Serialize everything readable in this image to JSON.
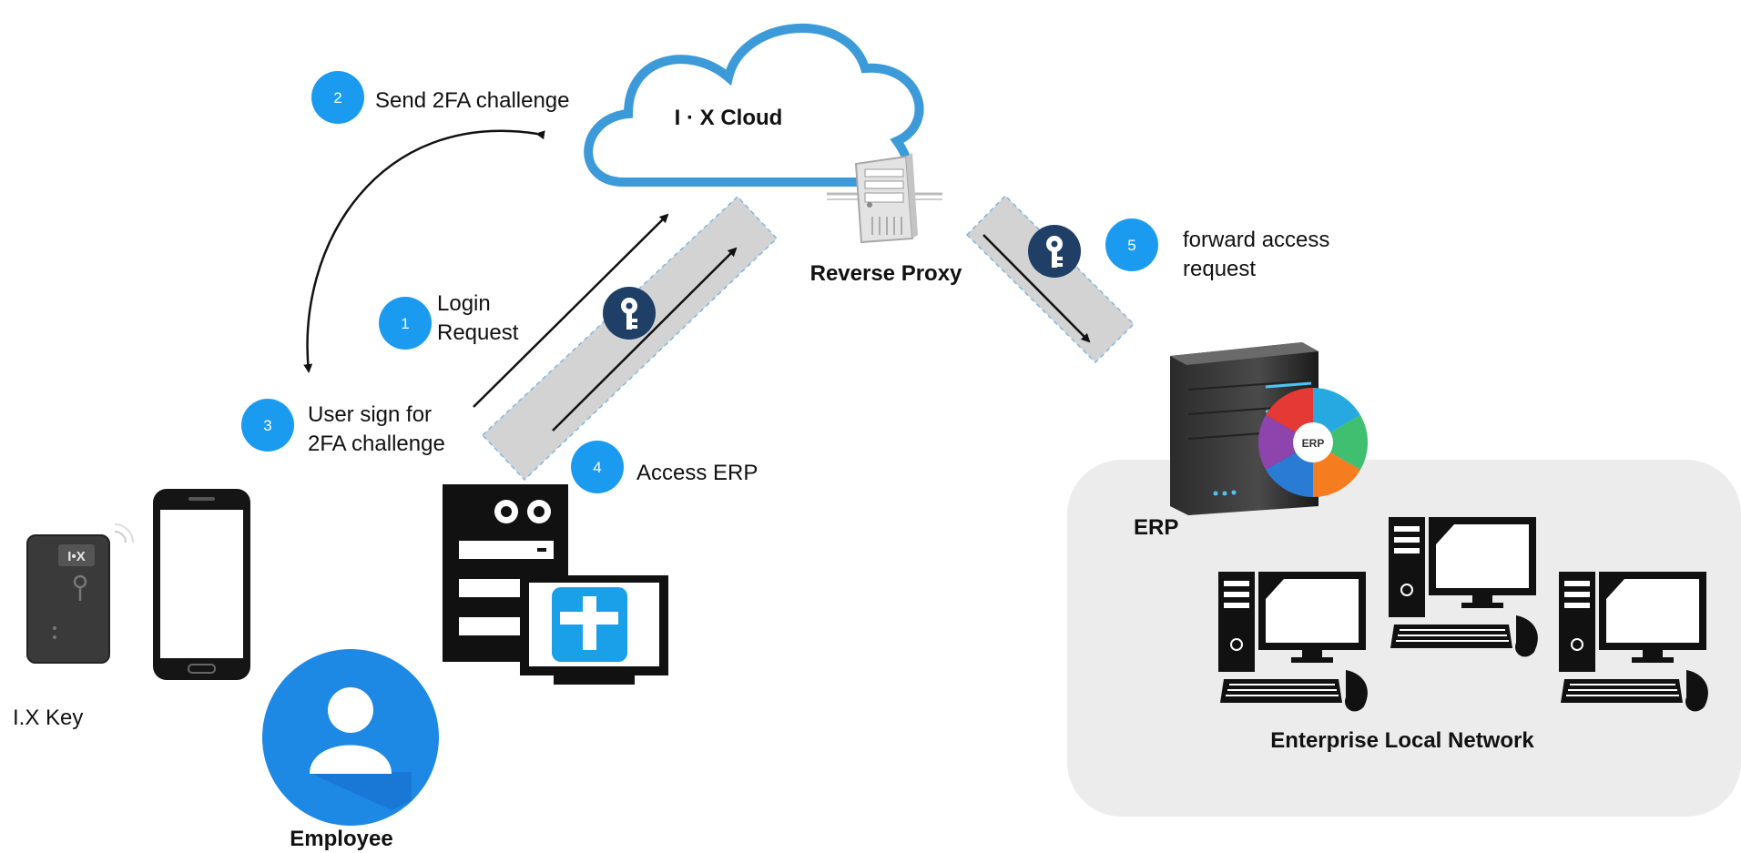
{
  "cloud": {
    "title": "I · X Cloud"
  },
  "proxy": {
    "label": "Reverse Proxy"
  },
  "steps": [
    {
      "num": "1",
      "line1": "Login",
      "line2": "Request"
    },
    {
      "num": "2",
      "line1": "Send 2FA challenge",
      "line2": ""
    },
    {
      "num": "3",
      "line1": "User sign for",
      "line2": "2FA challenge"
    },
    {
      "num": "4",
      "line1": "Access ERP",
      "line2": ""
    },
    {
      "num": "5",
      "line1": "forward access",
      "line2": "request"
    }
  ],
  "device": {
    "key_label": "I.X Key",
    "key_mark": "I•X"
  },
  "employee": {
    "label": "Employee"
  },
  "erp": {
    "label": "ERP",
    "wheel_center": "ERP"
  },
  "network": {
    "label": "Enterprise Local Network"
  },
  "colors": {
    "badge": "#1a9bf0",
    "cloud_stroke": "#3d9ad9",
    "proxy_text": "#2e8fe0",
    "key_icon": "#1f3f66",
    "tunnel": "#d3d3d3",
    "network_bg": "#ececec",
    "employee_circle": "#1e88e5"
  },
  "icons": [
    "key-icon",
    "user-icon",
    "phone-icon",
    "server-icon",
    "workstation-icon",
    "erp-wheel-icon",
    "pc-icon"
  ]
}
